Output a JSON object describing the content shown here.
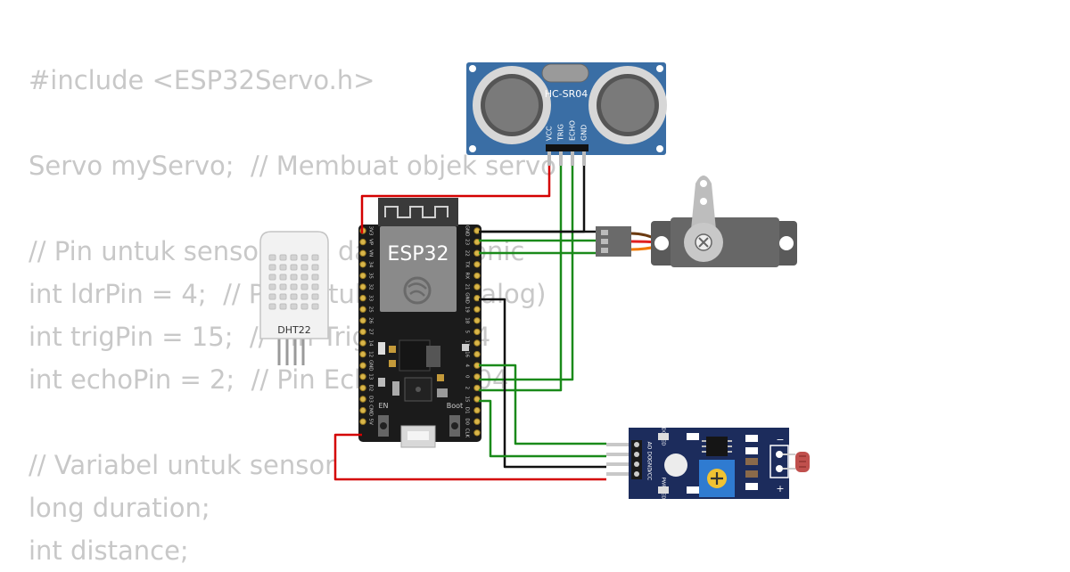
{
  "code_lines": [
    "#include <ESP32Servo.h>",
    "",
    "Servo myServo;  // Membuat objek servo",
    "",
    "// Pin untuk sensor LDR dan Ultrasonic",
    "int ldrPin = 4;  // Pin untuk LDR (analog)",
    "int trigPin = 15;  // Pin Trig HC-SR04",
    "int echoPin = 2;  // Pin Echo HC-SR04",
    "",
    "// Variabel untuk sensor",
    "long duration;",
    "int distance;"
  ],
  "hcsr04": {
    "name": "HC-SR04",
    "pins": [
      "VCC",
      "TRIG",
      "ECHO",
      "GND"
    ]
  },
  "esp32": {
    "name": "ESP32",
    "left_pins": [
      "3V3",
      "VP",
      "VN",
      "34",
      "35",
      "32",
      "33",
      "25",
      "26",
      "27",
      "14",
      "12",
      "GND",
      "13",
      "D2",
      "D3",
      "CMD",
      "5V"
    ],
    "right_pins": [
      "GND",
      "23",
      "22",
      "TX",
      "RX",
      "21",
      "GND",
      "19",
      "18",
      "5",
      "17",
      "16",
      "4",
      "0",
      "2",
      "15",
      "D1",
      "D0",
      "CLK"
    ],
    "en_label": "EN",
    "boot_label": "Boot"
  },
  "dht22": {
    "name": "DHT22"
  },
  "ldr_module": {
    "pins": [
      "AO",
      "DO",
      "GND",
      "VCC"
    ],
    "led1": "DO LED",
    "led2": "PWR LED",
    "minus": "−",
    "plus": "+"
  },
  "colors": {
    "red": "#d40000",
    "green": "#1a8a1a",
    "black": "#111111",
    "orange": "#f07800",
    "board": "#1b1b1b",
    "sensor_blue": "#3a6ea5"
  }
}
